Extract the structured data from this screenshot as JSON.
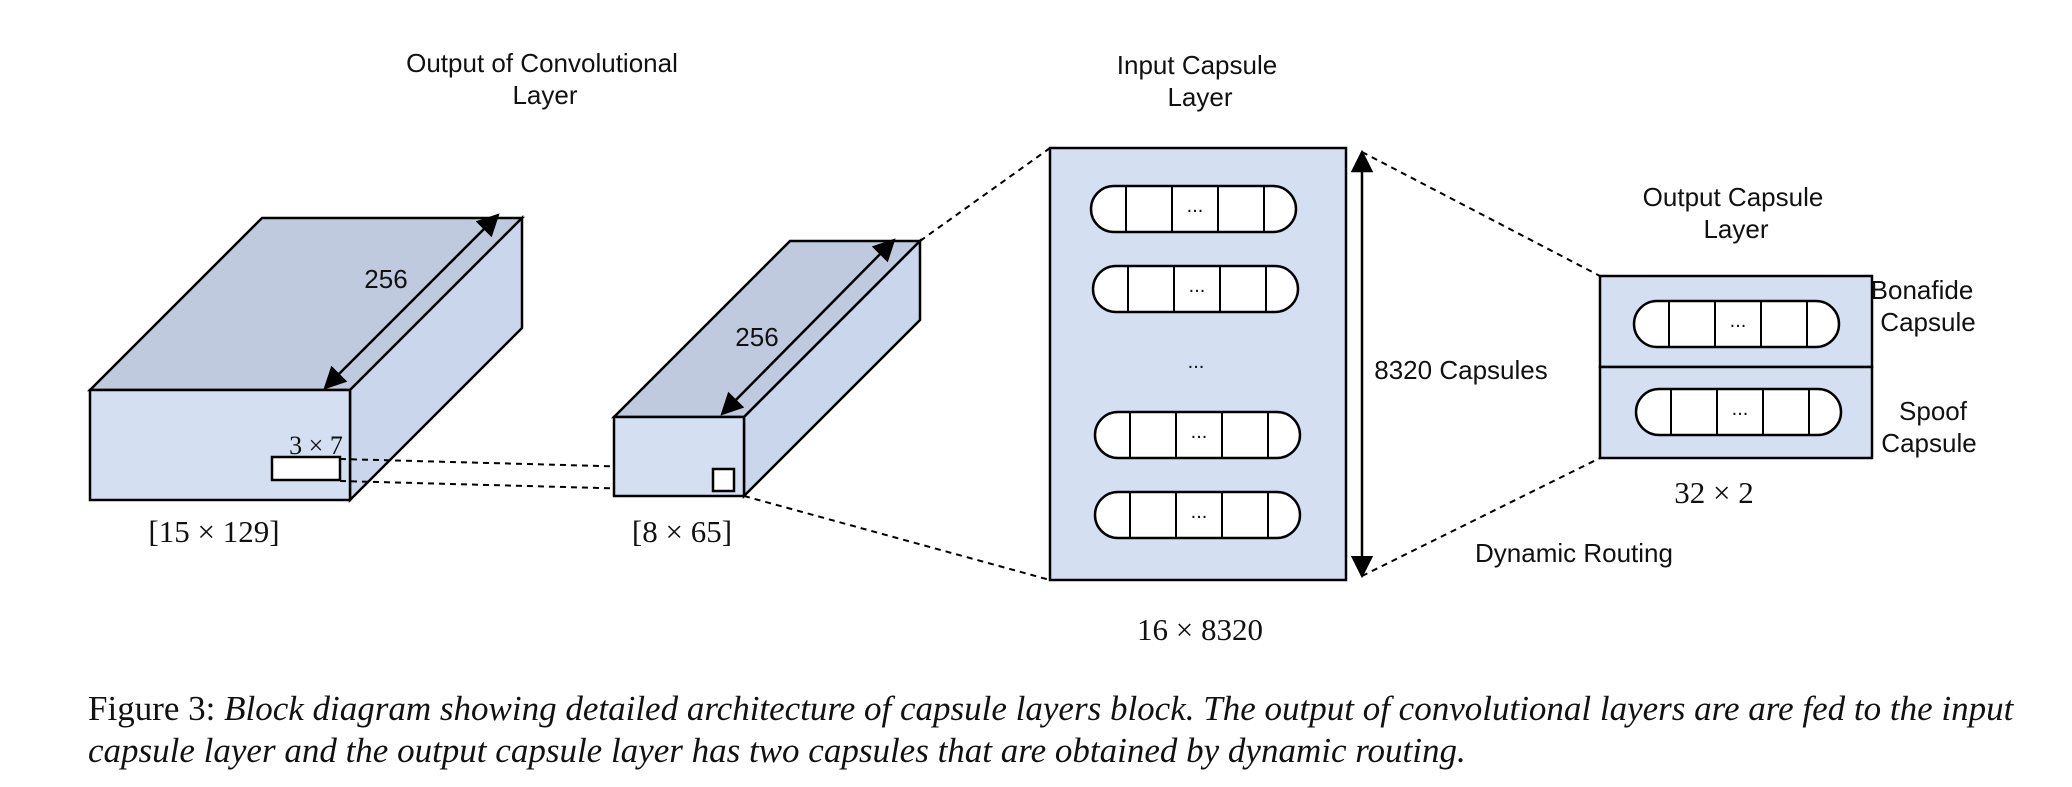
{
  "colors": {
    "front_face": "#d4e0f2",
    "top_face": "#bfcade",
    "side_face": "#c9d6ec",
    "stroke": "#000000",
    "background": "#ffffff"
  },
  "conv_output": {
    "title_line1": "Output of Convolutional",
    "title_line2": "Layer",
    "depth_label": "256",
    "kernel_label": "3 × 7",
    "size_label": "[15 × 129]"
  },
  "reduced_block": {
    "depth_label": "256",
    "size_label": "[8 × 65]"
  },
  "input_capsule_layer": {
    "title_line1": "Input Capsule",
    "title_line2": "Layer",
    "capsule_ellipsis": "...",
    "column_ellipsis": "...",
    "count_label": "8320 Capsules",
    "size_label": "16 × 8320"
  },
  "output_capsule_layer": {
    "title_line1": "Output Capsule",
    "title_line2": "Layer",
    "capsule_ellipsis": "...",
    "bonafide_line1": "Bonafide",
    "bonafide_line2": "Capsule",
    "spoof_line1": "Spoof",
    "spoof_line2": "Capsule",
    "size_label": "32 × 2"
  },
  "routing_label": "Dynamic Routing",
  "caption": {
    "prefix": "Figure 3:",
    "body": "Block diagram showing detailed architecture of capsule layers block. The output of convolutional layers are are fed to the input capsule layer and the output capsule layer has two capsules that are obtained by dynamic routing."
  }
}
